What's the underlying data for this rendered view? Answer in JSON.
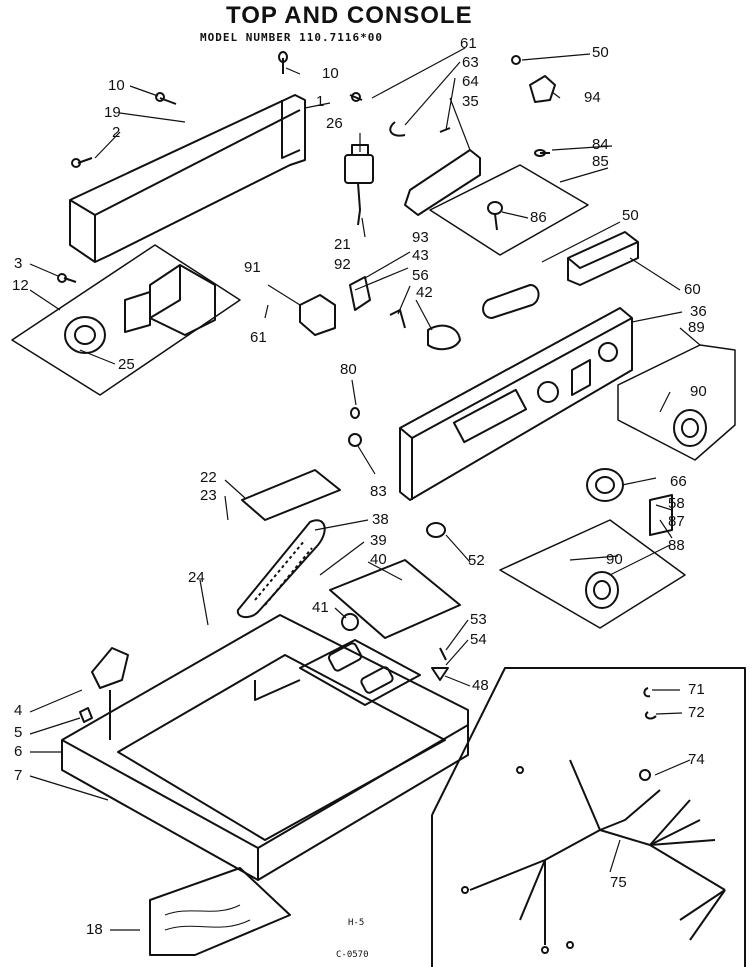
{
  "title": "TOP AND CONSOLE",
  "model_line": "MODEL NUMBER 110.7116*00",
  "footer_code": "H-5",
  "footer_ref": "C-0570",
  "ink_color": "#111111",
  "part_labels": [
    "1",
    "2",
    "3",
    "4",
    "5",
    "6",
    "7",
    "10",
    "10",
    "12",
    "18",
    "19",
    "21",
    "22",
    "23",
    "24",
    "25",
    "26",
    "35",
    "36",
    "38",
    "39",
    "40",
    "41",
    "42",
    "43",
    "48",
    "50",
    "50",
    "52",
    "53",
    "54",
    "56",
    "58",
    "60",
    "61",
    "61",
    "63",
    "64",
    "66",
    "71",
    "72",
    "74",
    "75",
    "80",
    "83",
    "84",
    "85",
    "86",
    "87",
    "88",
    "89",
    "90",
    "90",
    "91",
    "92",
    "93",
    "94"
  ]
}
